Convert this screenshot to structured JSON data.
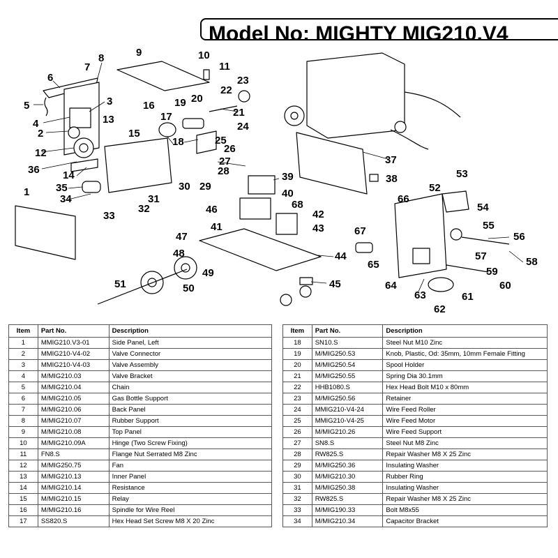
{
  "header": {
    "title": "Model No: MIGHTY MIG210.V4"
  },
  "diagram": {
    "callouts": [
      "1",
      "2",
      "3",
      "4",
      "5",
      "6",
      "7",
      "8",
      "9",
      "10",
      "11",
      "12",
      "13",
      "14",
      "15",
      "16",
      "17",
      "18",
      "19",
      "20",
      "21",
      "22",
      "23",
      "24",
      "25",
      "26",
      "27",
      "28",
      "29",
      "30",
      "31",
      "32",
      "33",
      "34",
      "35",
      "36",
      "37",
      "38",
      "39",
      "40",
      "41",
      "42",
      "43",
      "44",
      "45",
      "46",
      "47",
      "48",
      "49",
      "50",
      "51",
      "52",
      "53",
      "54",
      "55",
      "56",
      "57",
      "58",
      "59",
      "60",
      "61",
      "62",
      "63",
      "64",
      "65",
      "66",
      "67",
      "68"
    ]
  },
  "parts_table": {
    "columns": [
      "Item",
      "Part No.",
      "Description"
    ],
    "left": [
      {
        "item": "1",
        "part": "MMIG210.V3-01",
        "desc": "Side Panel, Left"
      },
      {
        "item": "2",
        "part": "MMIG210-V4-02",
        "desc": "Valve Connector"
      },
      {
        "item": "3",
        "part": "MMIG210-V4-03",
        "desc": "Valve Assembly"
      },
      {
        "item": "4",
        "part": "M/MIG210.03",
        "desc": "Valve Bracket"
      },
      {
        "item": "5",
        "part": "M/MIG210.04",
        "desc": "Chain"
      },
      {
        "item": "6",
        "part": "M/MIG210.05",
        "desc": "Gas Bottle Support"
      },
      {
        "item": "7",
        "part": "M/MIG210.06",
        "desc": "Back Panel"
      },
      {
        "item": "8",
        "part": "M/MIG210.07",
        "desc": "Rubber Support"
      },
      {
        "item": "9",
        "part": "M/MIG210.08",
        "desc": "Top Panel"
      },
      {
        "item": "10",
        "part": "M/MIG210.09A",
        "desc": "Hinge (Two Screw Fixing)"
      },
      {
        "item": "11",
        "part": "FN8.S",
        "desc": "Flange Nut Serrated M8 Zinc"
      },
      {
        "item": "12",
        "part": "M/MIG250.75",
        "desc": "Fan"
      },
      {
        "item": "13",
        "part": "M/MIG210.13",
        "desc": "Inner Panel"
      },
      {
        "item": "14",
        "part": "M/MIG210.14",
        "desc": "Resistance"
      },
      {
        "item": "15",
        "part": "M/MIG210.15",
        "desc": "Relay"
      },
      {
        "item": "16",
        "part": "M/MIG210.16",
        "desc": "Spindle for Wire Reel"
      },
      {
        "item": "17",
        "part": "SS820.S",
        "desc": "Hex Head Set Screw M8 X 20 Zinc"
      }
    ],
    "right": [
      {
        "item": "18",
        "part": "SN10.S",
        "desc": "Steel Nut M10 Zinc"
      },
      {
        "item": "19",
        "part": "M/MIG250.53",
        "desc": "Knob, Plastic, Od: 35mm, 10mm Female Fitting"
      },
      {
        "item": "20",
        "part": "M/MIG250.54",
        "desc": "Spool Holder"
      },
      {
        "item": "21",
        "part": "M/MIG250.55",
        "desc": "Spring Dia 30.1mm"
      },
      {
        "item": "22",
        "part": "HHB1080.S",
        "desc": "Hex Head Bolt M10 x 80mm"
      },
      {
        "item": "23",
        "part": "M/MIG250.56",
        "desc": "Retainer"
      },
      {
        "item": "24",
        "part": "MMIG210-V4-24",
        "desc": "Wire Feed Roller"
      },
      {
        "item": "25",
        "part": "MMIG210-V4-25",
        "desc": "Wire Feed Motor"
      },
      {
        "item": "26",
        "part": "M/MIG210.26",
        "desc": "Wire Feed Support"
      },
      {
        "item": "27",
        "part": "SN8.S",
        "desc": "Steel Nut M8 Zinc"
      },
      {
        "item": "28",
        "part": "RW825.S",
        "desc": "Repair Washer M8 X 25 Zinc"
      },
      {
        "item": "29",
        "part": "M/MIG250.36",
        "desc": "Insulating Washer"
      },
      {
        "item": "30",
        "part": "M/MIG210.30",
        "desc": "Rubber Ring"
      },
      {
        "item": "31",
        "part": "M/MIG250.38",
        "desc": "Insulating Washer"
      },
      {
        "item": "32",
        "part": "RW825.S",
        "desc": "Repair Washer M8 X 25 Zinc"
      },
      {
        "item": "33",
        "part": "M/MIG190.33",
        "desc": "Bolt M8x55"
      },
      {
        "item": "34",
        "part": "M/MIG210.34",
        "desc": "Capacitor Bracket"
      }
    ]
  }
}
